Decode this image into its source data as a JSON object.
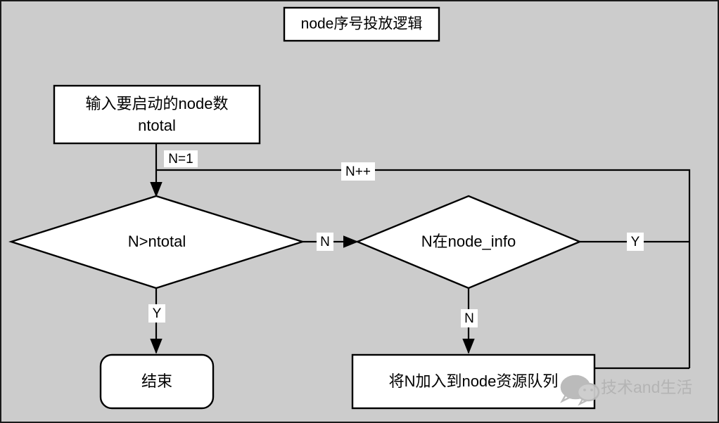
{
  "diagram": {
    "title": "node序号投放逻辑",
    "background_color": "#cccccc",
    "node_fill": "#ffffff",
    "stroke_color": "#000000",
    "nodes": {
      "title_box": {
        "label": "node序号投放逻辑",
        "shape": "rect"
      },
      "input_box": {
        "line1": "输入要启动的node数",
        "line2": "ntotal",
        "shape": "rect"
      },
      "decision_ntotal": {
        "label": "N>ntotal",
        "shape": "diamond"
      },
      "decision_nodeinfo": {
        "label": "N在node_info",
        "shape": "diamond"
      },
      "end_box": {
        "label": "结束",
        "shape": "rounded-rect"
      },
      "enqueue_box": {
        "label": "将N加入到node资源队列",
        "shape": "rect"
      }
    },
    "edge_labels": {
      "init": "N=1",
      "increment": "N++",
      "ntotal_no": "N",
      "ntotal_yes": "Y",
      "nodeinfo_yes": "Y",
      "nodeinfo_no": "N"
    }
  },
  "watermark": {
    "text": "技术and生活",
    "icon": "wechat-icon",
    "color": "#b3b3b3"
  }
}
